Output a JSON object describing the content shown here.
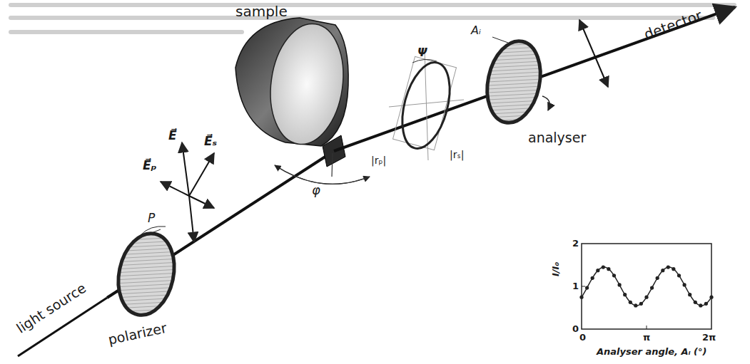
{
  "diagram": {
    "labels": [
      "light source",
      "polarizer",
      "P",
      "E⃗",
      "E⃗ₛ",
      "E⃗ₚ",
      "sample",
      "φ",
      "Ψ",
      "|rₚ|",
      "|rₛ|",
      "Aᵢ",
      "analyser",
      "detector",
      "2",
      "1",
      "0",
      "0",
      "π",
      "2π",
      "I/I₀",
      "Analyser angle, Aᵢ (°)"
    ]
  }
}
